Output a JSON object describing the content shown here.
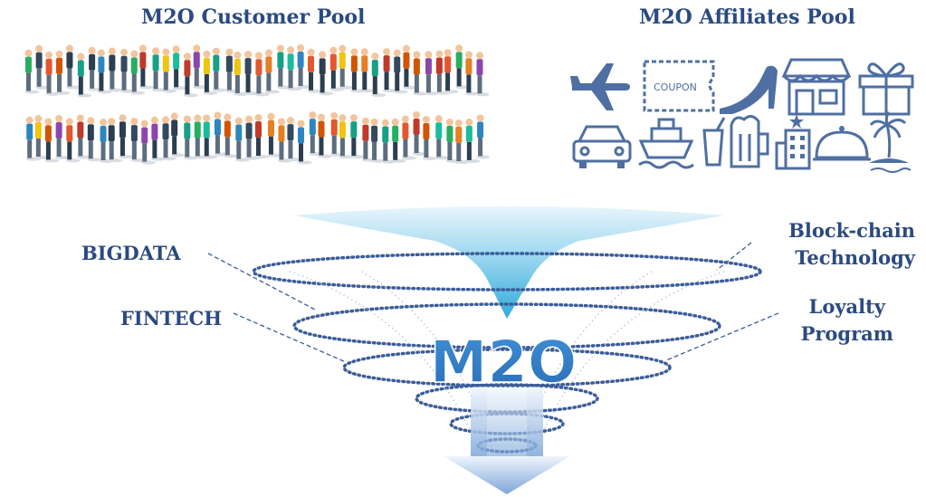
{
  "headings": {
    "customer_pool": "M2O Customer Pool",
    "affiliates_pool": "M2O Affiliates Pool"
  },
  "funnel_labels": {
    "bigdata": "BIGDATA",
    "fintech": "FINTECH",
    "blockchain_line1": "Block-chain",
    "blockchain_line2": "Technology",
    "loyalty_line1": "Loyalty",
    "loyalty_line2": "Program"
  },
  "center_logo": "M2O",
  "coupon_text": "COUPON",
  "affiliate_icons": [
    "airplane-icon",
    "coupon-icon",
    "high-heel-icon",
    "shop-icon",
    "gift-icon",
    "car-icon",
    "ship-icon",
    "drink-icon",
    "beer-icon",
    "hotel-icon",
    "dish-icon",
    "island-icon"
  ],
  "colors": {
    "text": "#2b4a80",
    "icon": "#4f6fa2",
    "funnel_blue": "#1aa0d6",
    "dots": "#3b5d99"
  }
}
